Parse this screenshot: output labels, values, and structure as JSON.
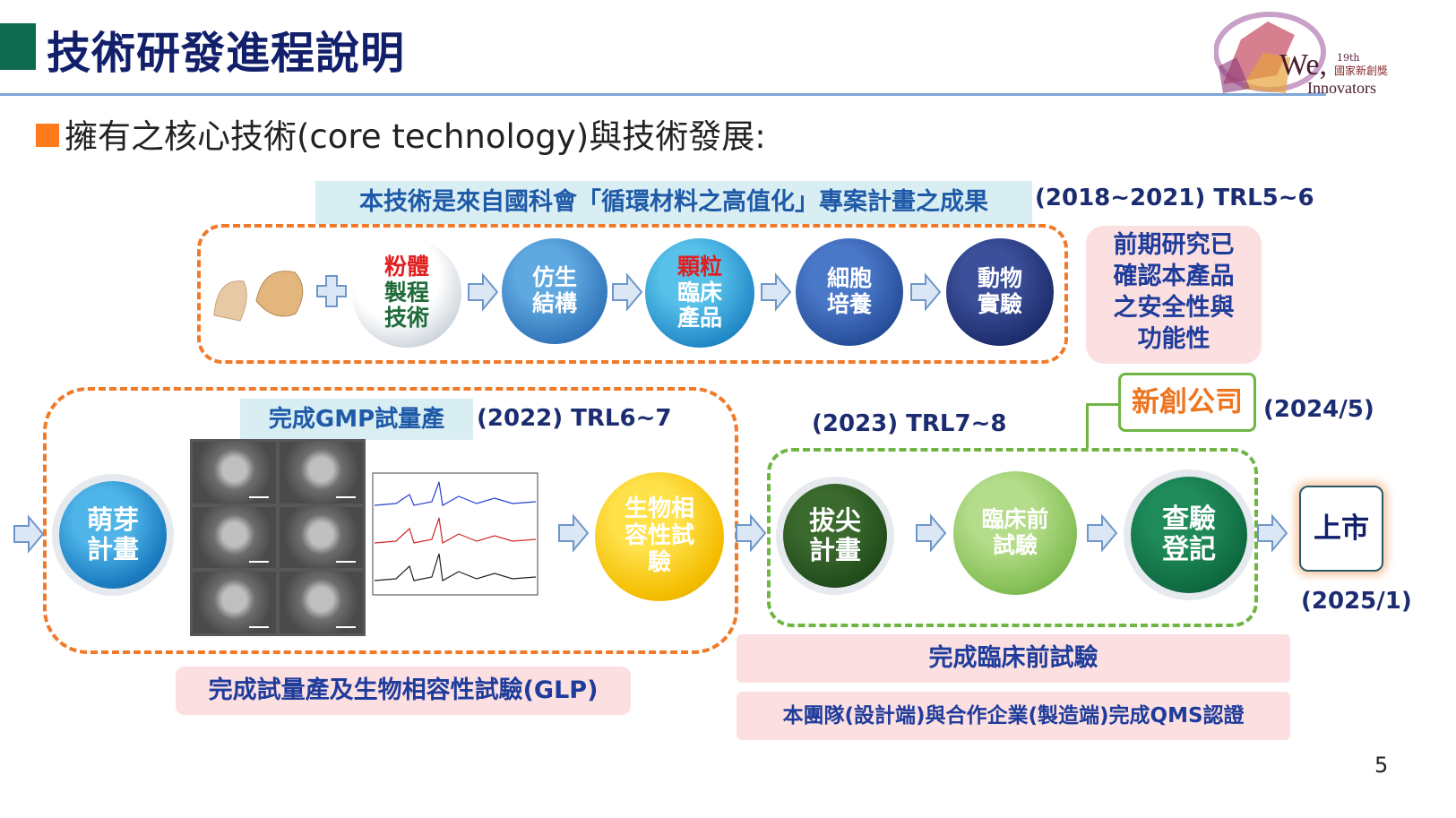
{
  "header": {
    "title": "技術研發進程說明",
    "subtitle": "擁有之核心技術(core technology)與技術發展:",
    "logo": {
      "edition": "19th",
      "brand_main": "We,",
      "brand_award": "國家新創獎",
      "brand_sub": "Innovators"
    }
  },
  "stage1": {
    "banner": "本技術是來自國科會「循環材料之高值化」專案計畫之成果",
    "years": "(2018~2021) TRL5~6",
    "steps": [
      {
        "line1": "粉體",
        "line2": "製程",
        "line3": "技術"
      },
      {
        "line1": "仿生",
        "line2": "結構"
      },
      {
        "line1": "顆粒",
        "line2": "臨床",
        "line3": "產品"
      },
      {
        "line1": "細胞",
        "line2": "培養"
      },
      {
        "line1": "動物",
        "line2": "實驗"
      }
    ],
    "note": [
      "前期研究已",
      "確認本產品",
      "之安全性與",
      "功能性"
    ]
  },
  "stage2": {
    "banner": "完成GMP試量產",
    "years": "(2022) TRL6~7",
    "start": {
      "line1": "萌芽",
      "line2": "計畫"
    },
    "biocompat": {
      "line1": "生物相",
      "line2": "容性試",
      "line3": "驗"
    },
    "caption": "完成試量產及生物相容性試驗(GLP)"
  },
  "stage3": {
    "years": "(2023) TRL7~8",
    "startup": "新創公司",
    "startup_date": "(2024/5)",
    "steps": [
      {
        "line1": "拔尖",
        "line2": "計畫"
      },
      {
        "line1": "臨床前",
        "line2": "試驗"
      },
      {
        "line1": "查驗",
        "line2": "登記"
      }
    ],
    "launch": "上市",
    "launch_date": "(2025/1)",
    "caption1": "完成臨床前試驗",
    "caption2": "本團隊(設計端)與合作企業(製造端)完成QMS認證"
  },
  "page_number": "5",
  "colors": {
    "title_navy": "#12206b",
    "accent_orange": "#f07a2a",
    "accent_green": "#6fb544",
    "bullet": "#ff7a1a"
  }
}
